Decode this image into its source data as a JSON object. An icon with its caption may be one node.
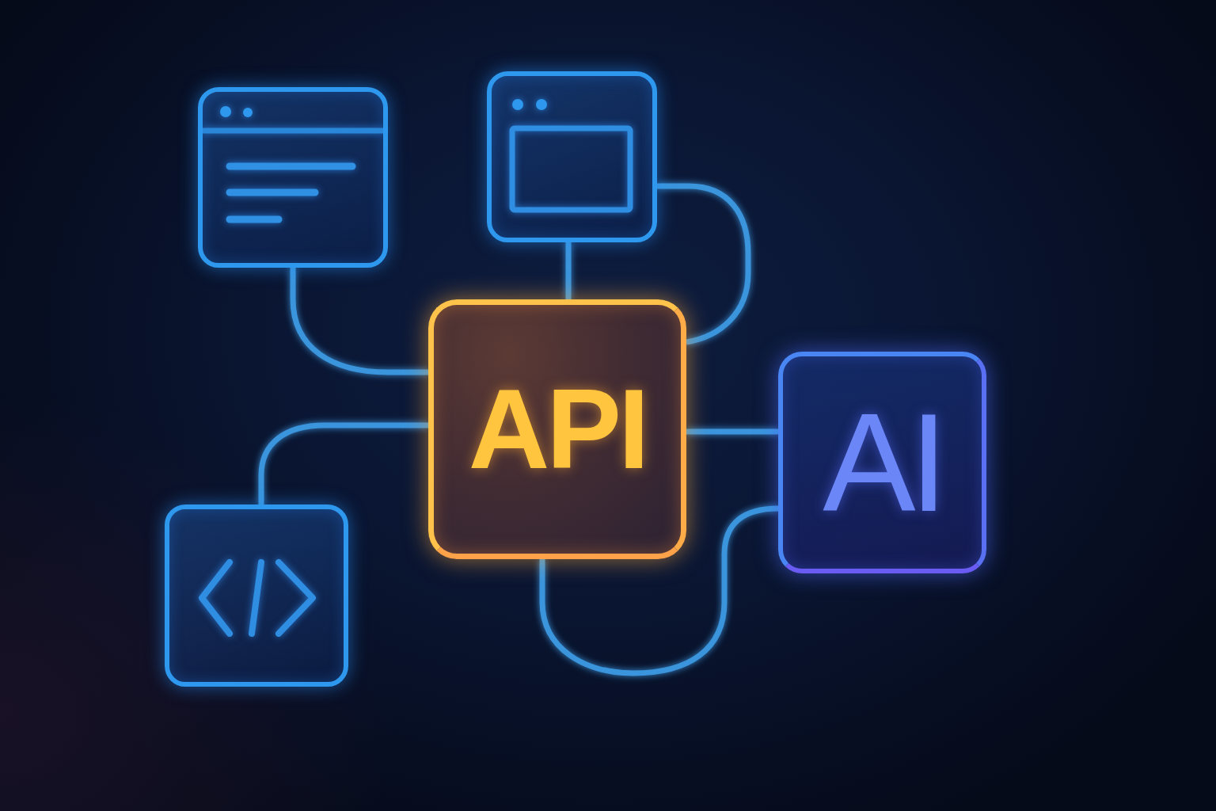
{
  "diagram": {
    "nodes": [
      {
        "text": [],
        "shape": "picture"
      },
      {
        "text": [],
        "shape": "picture"
      },
      {
        "text": [
          "API"
        ]
      },
      {
        "text": [
          "AI"
        ]
      },
      {
        "text": [],
        "shape": "picture"
      }
    ],
    "edges": [
      {
        "from": 0,
        "to": 2,
        "arrow": "none"
      },
      {
        "from": 1,
        "to": 2,
        "arrow": "none"
      },
      {
        "from": 1,
        "to": 2,
        "arrow": "none"
      },
      {
        "from": 4,
        "to": 2,
        "arrow": "none"
      },
      {
        "from": 2,
        "to": 3,
        "arrow": "none"
      },
      {
        "from": 2,
        "to": 3,
        "arrow": "none"
      }
    ]
  }
}
